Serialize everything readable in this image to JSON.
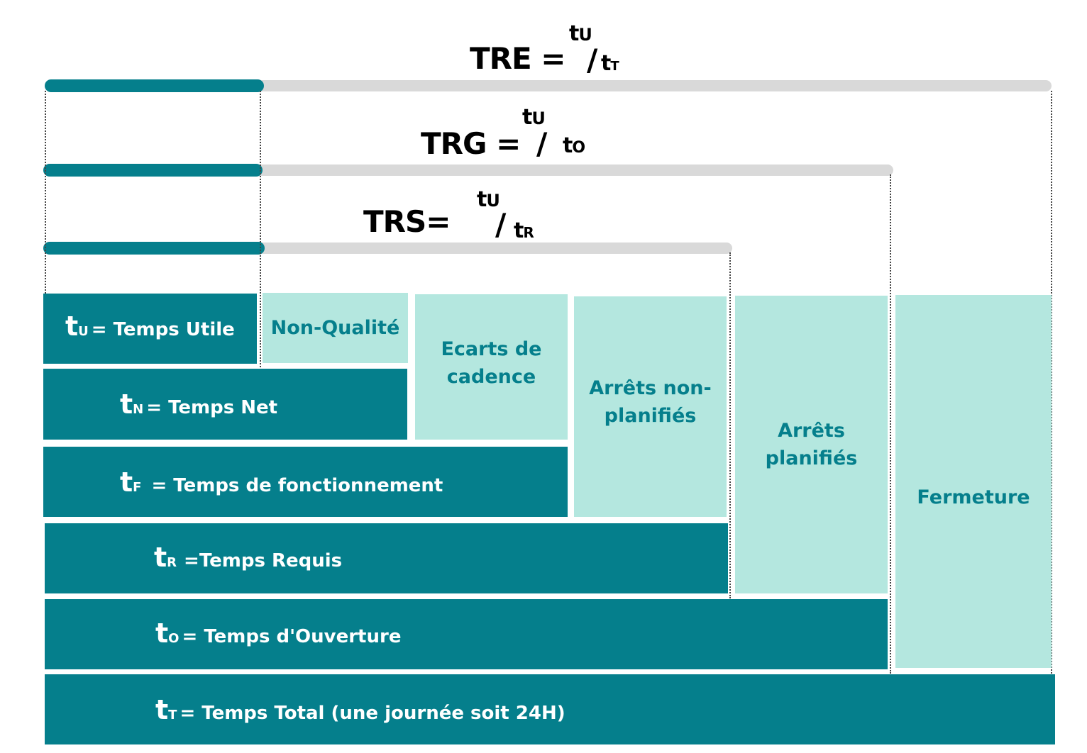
{
  "formulas": {
    "tre": {
      "label": "TRE =",
      "numerator": "t",
      "numerator_sub": "U",
      "slash": "/",
      "denominator": "t",
      "denominator_sub": "T"
    },
    "trg": {
      "label": "TRG =",
      "numerator": "t",
      "numerator_sub": "U",
      "slash": "/",
      "denominator": "t",
      "denominator_sub": "O"
    },
    "trs": {
      "label": "TRS=",
      "numerator": "t",
      "numerator_sub": "U",
      "slash": "/",
      "denominator": "t",
      "denominator_sub": "R"
    }
  },
  "times": [
    {
      "symbol": "t",
      "sub": "U",
      "label": "= Temps Utile"
    },
    {
      "symbol": "t",
      "sub": "N",
      "label": "= Temps Net"
    },
    {
      "symbol": "t",
      "sub": "F",
      "label": "= Temps de fonctionnement"
    },
    {
      "symbol": "t",
      "sub": "R",
      "label": "=Temps Requis"
    },
    {
      "symbol": "t",
      "sub": "O",
      "label": "= Temps d'Ouverture"
    },
    {
      "symbol": "t",
      "sub": "T",
      "label": "= Temps Total (une journée soit 24H)"
    }
  ],
  "losses": [
    {
      "label": "Non-Qualité"
    },
    {
      "label": "Ecarts de cadence"
    },
    {
      "label": "Arrêts non-planifiés"
    },
    {
      "label": "Arrêts planifiés"
    },
    {
      "label": "Fermeture"
    }
  ],
  "colors": {
    "dark_teal": "#057f8c",
    "light_teal": "#b4e7df",
    "gray_bar": "#d9d9d9"
  }
}
